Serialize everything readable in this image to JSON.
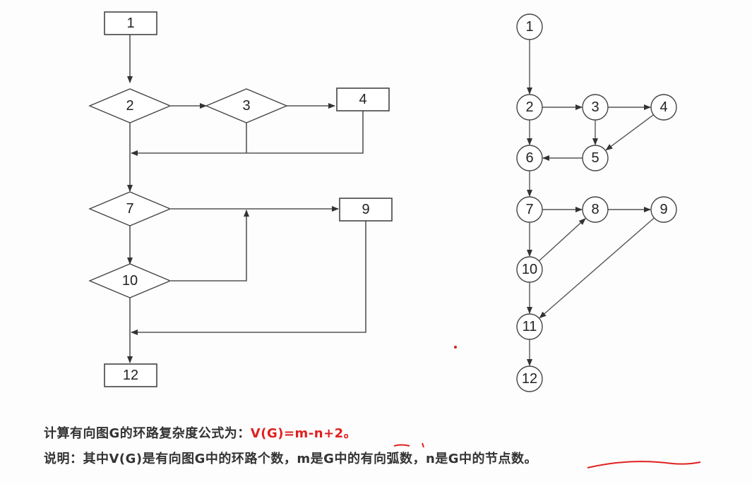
{
  "flowchart": {
    "nodes": [
      {
        "id": "1",
        "label": "1",
        "shape": "box"
      },
      {
        "id": "2",
        "label": "2",
        "shape": "diamond"
      },
      {
        "id": "3",
        "label": "3",
        "shape": "diamond"
      },
      {
        "id": "4",
        "label": "4",
        "shape": "box"
      },
      {
        "id": "7",
        "label": "7",
        "shape": "diamond"
      },
      {
        "id": "9",
        "label": "9",
        "shape": "box"
      },
      {
        "id": "10",
        "label": "10",
        "shape": "diamond"
      },
      {
        "id": "12",
        "label": "12",
        "shape": "box"
      }
    ]
  },
  "flowgraph": {
    "nodes": [
      "1",
      "2",
      "3",
      "4",
      "5",
      "6",
      "7",
      "8",
      "9",
      "10",
      "11",
      "12"
    ],
    "edges": [
      [
        "1",
        "2"
      ],
      [
        "2",
        "3"
      ],
      [
        "3",
        "4"
      ],
      [
        "2",
        "6"
      ],
      [
        "3",
        "5"
      ],
      [
        "4",
        "5"
      ],
      [
        "5",
        "6"
      ],
      [
        "6",
        "7"
      ],
      [
        "7",
        "8"
      ],
      [
        "8",
        "9"
      ],
      [
        "7",
        "10"
      ],
      [
        "10",
        "8"
      ],
      [
        "10",
        "11"
      ],
      [
        "9",
        "11"
      ],
      [
        "11",
        "12"
      ]
    ]
  },
  "text": {
    "line1_prefix": "计算有向图G的环路复杂度公式为：",
    "formula": "V(G)=m-n+2",
    "line1_suffix": "。",
    "line2": "说明：其中V(G)是有向图G中的环路个数，m是G中的有向弧数，n是G中的节点数。"
  },
  "colors": {
    "accent": "#e02020",
    "stroke": "#444444"
  }
}
